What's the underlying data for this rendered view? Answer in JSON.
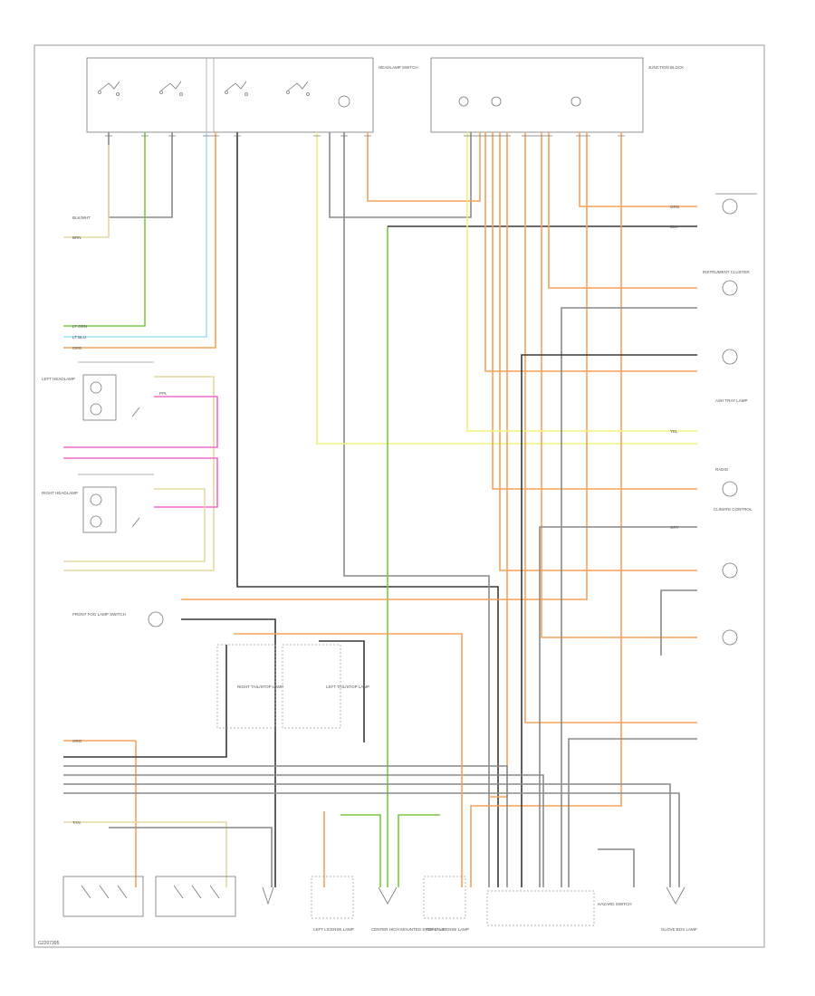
{
  "diagram": {
    "footer_code": "G2207395",
    "colors": {
      "orange": "#f7a25a",
      "green": "#7ac943",
      "yellow": "#f2f27a",
      "tan": "#e6d9a0",
      "lightblue": "#9fe3f5",
      "pink": "#f06acb",
      "gray": "#8a8a8a",
      "black": "#3a3a3a"
    },
    "components": {
      "headlamp_switch": "HEADLAMP SWITCH",
      "junction_block": "JUNCTION BLOCK",
      "left_headlamp": "LEFT HEADLAMP",
      "right_headlamp": "RIGHT HEADLAMP",
      "front_fog_lamp_switch": "FRONT FOG LAMP SWITCH",
      "right_tail_lamp": "RIGHT TAIL/STOP LAMP",
      "left_tail_lamp": "LEFT TAIL/STOP LAMP",
      "left_license": "LEFT LICENSE LAMP",
      "right_license": "RIGHT LICENSE LAMP",
      "center_stop": "CENTER HIGH MOUNTED STOP LAMP",
      "instrument_cluster": "INSTRUMENT CLUSTER",
      "radio": "RADIO",
      "climate_control": "CLIMATE CONTROL",
      "ash_tray_lamp": "ASH TRAY LAMP",
      "glove_box_lamp": "GLOVE BOX LAMP",
      "hazard_switch": "HAZARD SWITCH"
    },
    "wire_labels": {
      "blk_wht": "BLK/WHT",
      "brn": "BRN",
      "org": "ORG",
      "ppl": "PPL",
      "yel": "YEL",
      "lt_blu": "LT BLU",
      "lt_grn": "LT GRN",
      "gry": "GRY",
      "blk": "BLK",
      "tan": "TAN"
    }
  }
}
